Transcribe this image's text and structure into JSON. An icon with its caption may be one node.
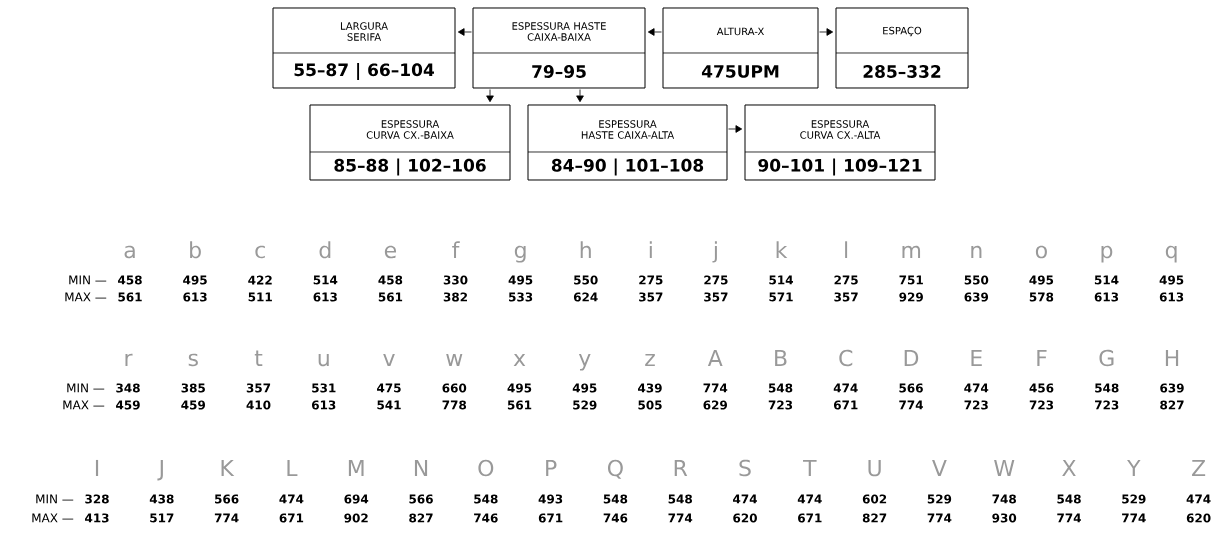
{
  "diagram": {
    "nodes": [
      {
        "text": [
          "LARGURA SERIFA",
          "55–87 | 66–104"
        ]
      },
      {
        "text": [
          "ESPESSURA HASTE CAIXA-BAIXA",
          "79–95"
        ]
      },
      {
        "text": [
          "ALTURA-X",
          "475UPM"
        ]
      },
      {
        "text": [
          "ESPAÇO",
          "285–332"
        ]
      },
      {
        "text": [
          "ESPESSURA CURVA CX.-BAIXA",
          "85–88 | 102–106"
        ]
      },
      {
        "text": [
          "ESPESSURA HASTE CAIXA-ALTA",
          "84–90 | 101–108"
        ]
      },
      {
        "text": [
          "ESPESSURA CURVA CX.-ALTA",
          "90–101 | 109–121"
        ]
      }
    ],
    "edges": [
      {
        "from": 1,
        "to": 0,
        "arrow": "to"
      },
      {
        "from": 2,
        "to": 1,
        "arrow": "to"
      },
      {
        "from": 2,
        "to": 3,
        "arrow": "to"
      },
      {
        "from": 1,
        "to": 4,
        "arrow": "to"
      },
      {
        "from": 1,
        "to": 5,
        "arrow": "to"
      },
      {
        "from": 5,
        "to": 6,
        "arrow": "to"
      }
    ],
    "labels": [
      "a",
      "b",
      "c",
      "d",
      "e",
      "f",
      "g",
      "h",
      "i",
      "j",
      "k",
      "l",
      "m",
      "n",
      "o",
      "p",
      "q",
      "MIN —",
      "458",
      "495",
      "422",
      "514",
      "458",
      "330",
      "495",
      "550",
      "275",
      "275",
      "514",
      "275",
      "751",
      "550",
      "495",
      "514",
      "495",
      "MAX —",
      "561",
      "613",
      "511",
      "613",
      "561",
      "382",
      "533",
      "624",
      "357",
      "357",
      "571",
      "357",
      "929",
      "639",
      "578",
      "613",
      "613",
      "r",
      "s",
      "t",
      "u",
      "v",
      "w",
      "x",
      "y",
      "z",
      "A",
      "B",
      "C",
      "D",
      "E",
      "F",
      "G",
      "H",
      "MIN —",
      "348",
      "385",
      "357",
      "531",
      "475",
      "660",
      "495",
      "495",
      "439",
      "774",
      "548",
      "474",
      "566",
      "474",
      "456",
      "548",
      "639",
      "MAX —",
      "459",
      "459",
      "410",
      "613",
      "541",
      "778",
      "561",
      "529",
      "505",
      "629",
      "723",
      "671",
      "774",
      "723",
      "723",
      "723",
      "827",
      "I",
      "J",
      "K",
      "L",
      "M",
      "N",
      "O",
      "P",
      "Q",
      "R",
      "S",
      "T",
      "U",
      "V",
      "W",
      "X",
      "Y",
      "Z",
      "MIN —",
      "328",
      "438",
      "566",
      "474",
      "694",
      "566",
      "548",
      "493",
      "548",
      "548",
      "474",
      "474",
      "602",
      "529",
      "748",
      "548",
      "529",
      "474",
      "MAX —",
      "413",
      "517",
      "774",
      "671",
      "902",
      "827",
      "746",
      "671",
      "746",
      "774",
      "620",
      "671",
      "827",
      "774",
      "930",
      "774",
      "774",
      "620"
    ]
  }
}
